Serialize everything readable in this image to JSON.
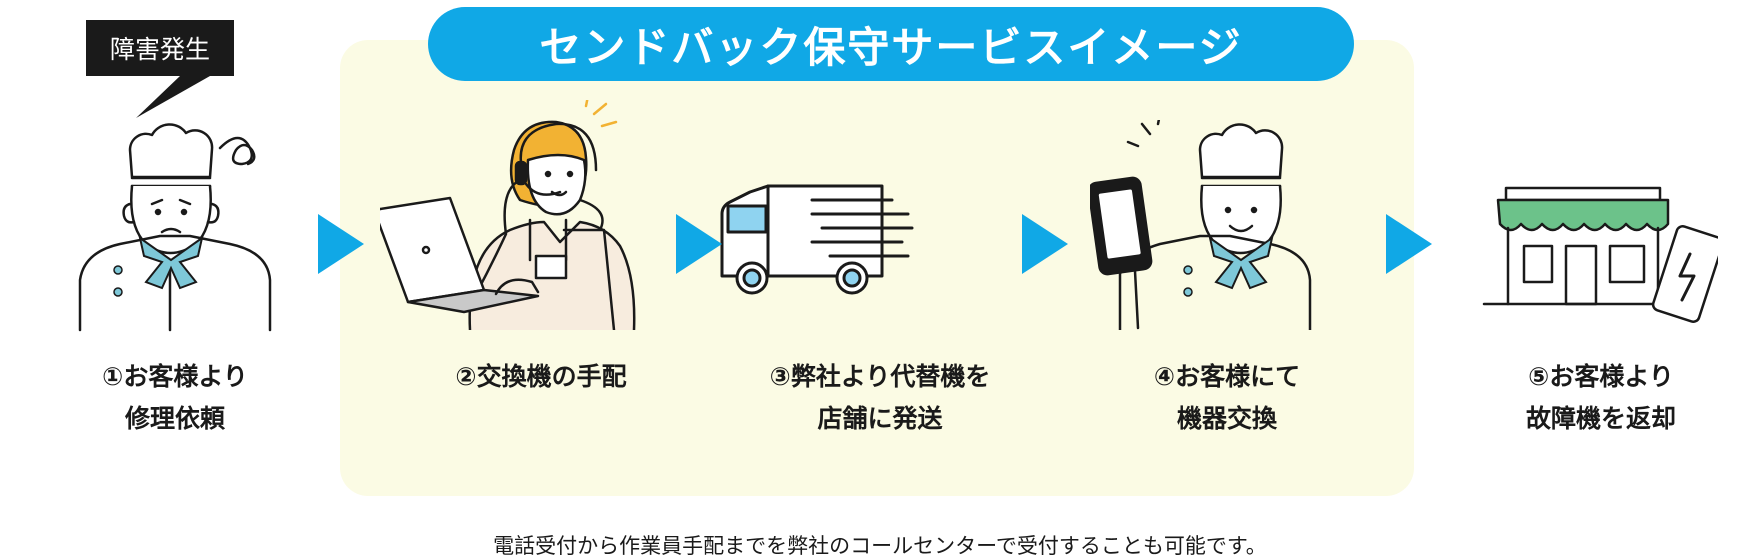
{
  "title": "センドバック保守サービスイメージ",
  "alert_label": "障害発生",
  "steps": [
    {
      "line1": "①お客様より",
      "line2": "修理依頼",
      "icon": "worried-chef-icon"
    },
    {
      "line1": "②交換機の手配",
      "line2": "",
      "icon": "operator-headset-icon"
    },
    {
      "line1": "③弊社より代替機を",
      "line2": "店舗に発送",
      "icon": "delivery-truck-icon"
    },
    {
      "line1": "④お客様にて",
      "line2": "機器交換",
      "icon": "chef-with-tablet-icon"
    },
    {
      "line1": "⑤お客様より",
      "line2": "故障機を返却",
      "icon": "store-return-icon"
    }
  ],
  "footnote": "電話受付から作業員手配までを弊社のコールセンターで受付することも可能です。",
  "colors": {
    "accent_blue": "#10a8e6",
    "panel_bg": "#fbfbe4",
    "scarf": "#7ec8d8",
    "awning": "#6cc28a",
    "hair": "#f2b233"
  }
}
